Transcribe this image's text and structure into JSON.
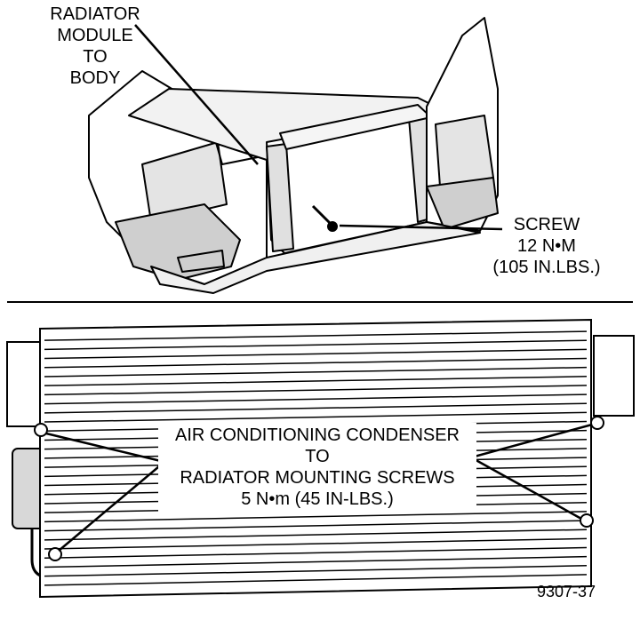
{
  "labels": {
    "radiator_module": [
      "RADIATOR",
      "MODULE",
      "TO",
      "BODY"
    ],
    "screw": [
      "SCREW",
      "12 N•M",
      "(105 IN.LBS.)"
    ],
    "condenser": [
      "AIR CONDITIONING CONDENSER",
      "TO",
      "RADIATOR MOUNTING SCREWS",
      "5 N•m (45 IN-LBS.)"
    ],
    "figure_id": "9307-37"
  },
  "colors": {
    "ink": "#000000",
    "paper": "#ffffff",
    "fill": "#d8d8d8"
  },
  "condenser": {
    "tube_count": 28
  }
}
